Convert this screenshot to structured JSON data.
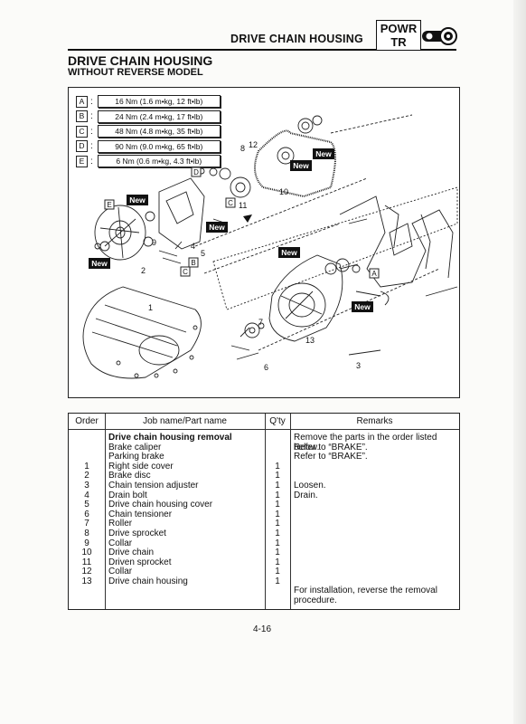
{
  "header": {
    "title": "DRIVE CHAIN HOUSING",
    "badge_line1": "POWR",
    "badge_line2": "TR",
    "badge_icon": "chain-sprocket-icon"
  },
  "section": {
    "title": "DRIVE CHAIN HOUSING",
    "subtitle": "WITHOUT REVERSE MODEL"
  },
  "torque_specs": [
    {
      "letter": "A",
      "value": "16 Nm (1.6 m•kg, 12 ft•lb)"
    },
    {
      "letter": "B",
      "value": "24 Nm (2.4 m•kg, 17 ft•lb)"
    },
    {
      "letter": "C",
      "value": "48 Nm (4.8 m•kg, 35 ft•lb)"
    },
    {
      "letter": "D",
      "value": "90 Nm (9.0 m•kg, 65 ft•lb)"
    },
    {
      "letter": "E",
      "value": "6 Nm (0.6 m•kg, 4.3 ft•lb)"
    }
  ],
  "diagram": {
    "new_label": "New",
    "callouts": [
      "1",
      "2",
      "3",
      "4",
      "5",
      "6",
      "7",
      "8",
      "9",
      "10",
      "11",
      "12",
      "13"
    ],
    "letters": [
      "A",
      "B",
      "C",
      "D",
      "E"
    ]
  },
  "table": {
    "headers": {
      "order": "Order",
      "job": "Job name/Part name",
      "qty": "Q'ty",
      "remarks": "Remarks"
    },
    "rows": [
      {
        "order": "",
        "job": "Drive chain housing removal",
        "qty": "",
        "remarks": "Remove the parts in the order listed below.",
        "bold": true
      },
      {
        "order": "",
        "job": "Brake caliper",
        "qty": "",
        "remarks": "Refer to “BRAKE”."
      },
      {
        "order": "",
        "job": "Parking brake",
        "qty": "",
        "remarks": "Refer to “BRAKE”."
      },
      {
        "order": "1",
        "job": "Right side cover",
        "qty": "1",
        "remarks": ""
      },
      {
        "order": "2",
        "job": "Brake disc",
        "qty": "1",
        "remarks": ""
      },
      {
        "order": "3",
        "job": "Chain tension adjuster",
        "qty": "1",
        "remarks": "Loosen."
      },
      {
        "order": "4",
        "job": "Drain bolt",
        "qty": "1",
        "remarks": "Drain."
      },
      {
        "order": "5",
        "job": "Drive chain housing cover",
        "qty": "1",
        "remarks": ""
      },
      {
        "order": "6",
        "job": "Chain tensioner",
        "qty": "1",
        "remarks": ""
      },
      {
        "order": "7",
        "job": "Roller",
        "qty": "1",
        "remarks": ""
      },
      {
        "order": "8",
        "job": "Drive sprocket",
        "qty": "1",
        "remarks": ""
      },
      {
        "order": "9",
        "job": "Collar",
        "qty": "1",
        "remarks": ""
      },
      {
        "order": "10",
        "job": "Drive chain",
        "qty": "1",
        "remarks": ""
      },
      {
        "order": "11",
        "job": "Driven sprocket",
        "qty": "1",
        "remarks": ""
      },
      {
        "order": "12",
        "job": "Collar",
        "qty": "1",
        "remarks": ""
      },
      {
        "order": "13",
        "job": "Drive chain housing",
        "qty": "1",
        "remarks": ""
      }
    ],
    "footnote_line1": "For installation, reverse the removal",
    "footnote_line2": "procedure."
  },
  "page_number": "4-16"
}
